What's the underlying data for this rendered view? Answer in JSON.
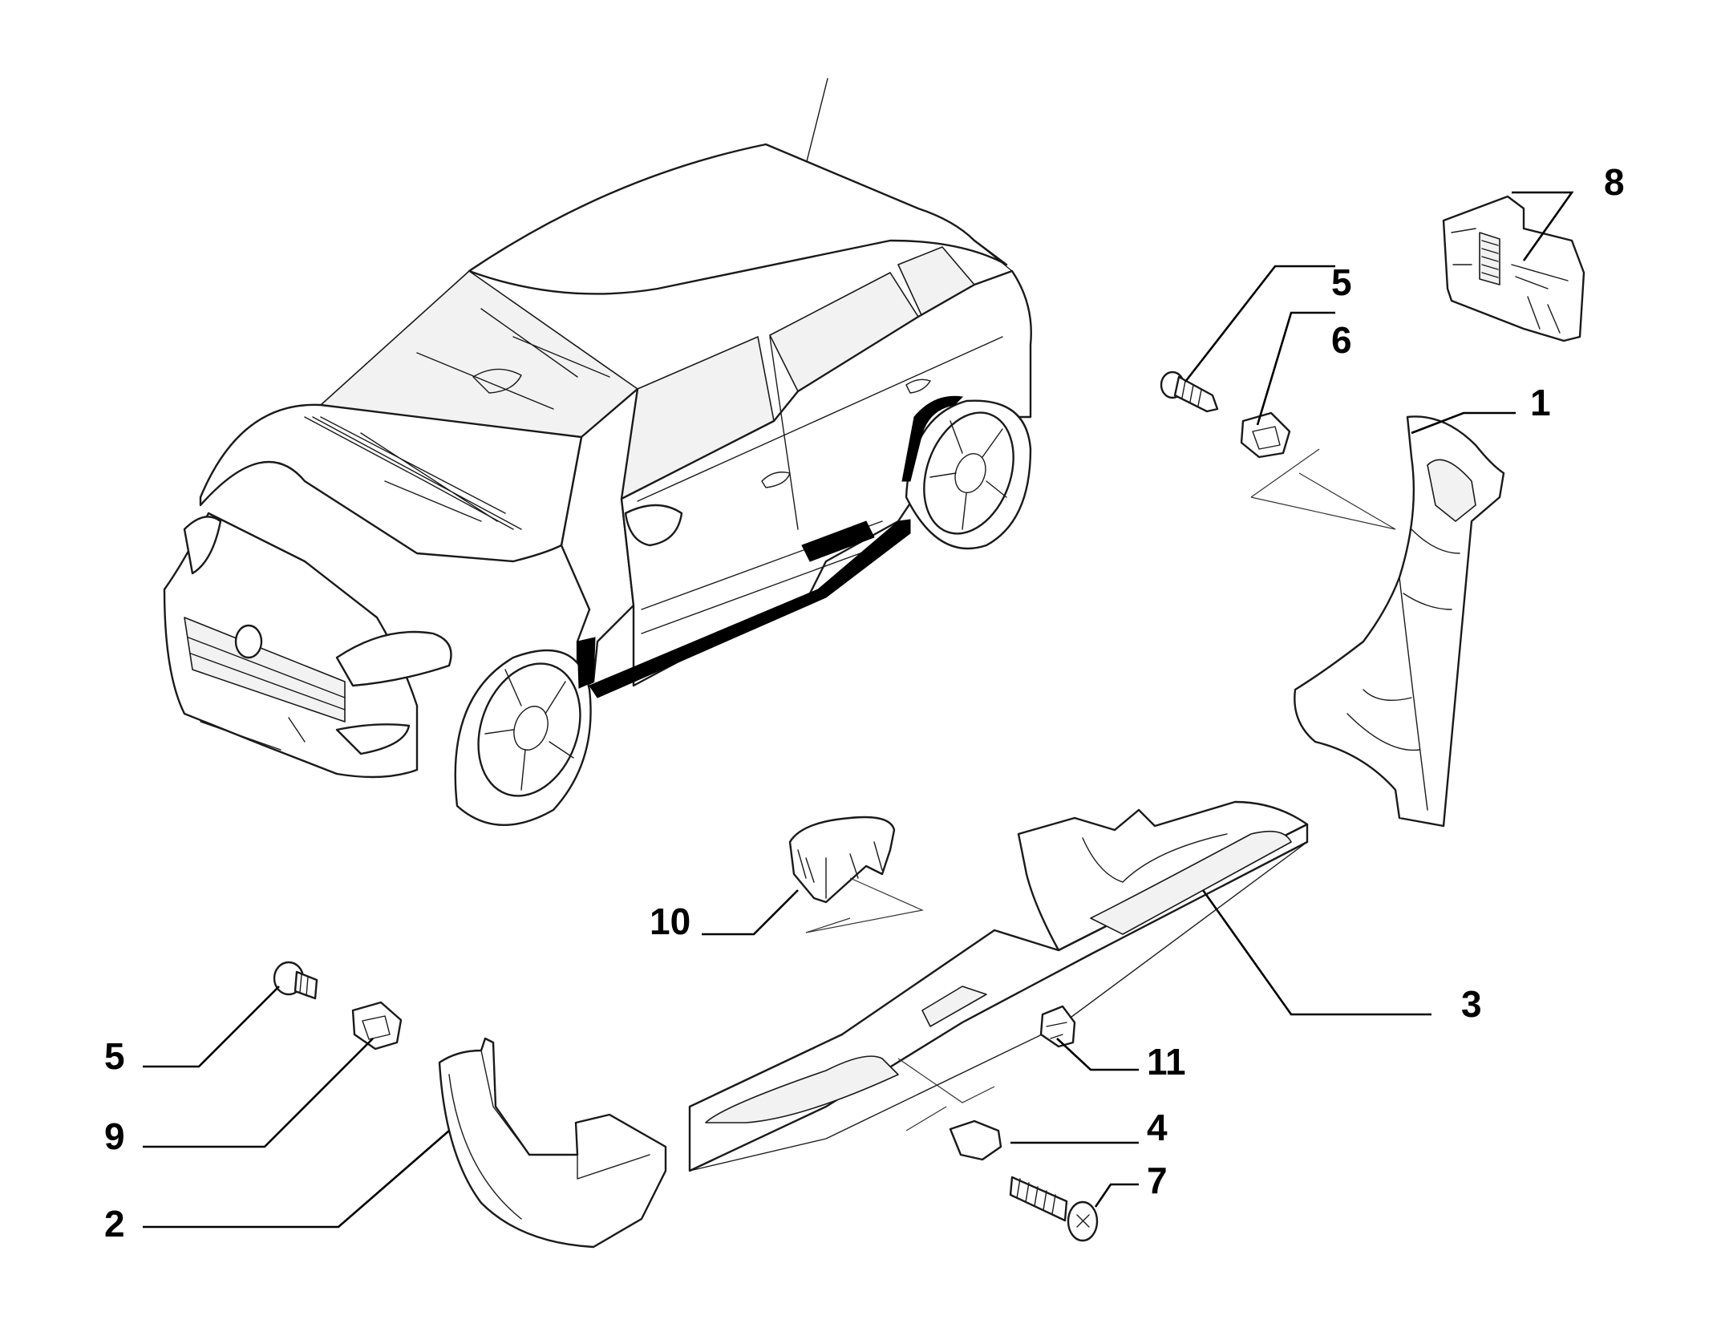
{
  "diagram": {
    "title": "",
    "callouts": [
      {
        "id": "c1",
        "label": "1"
      },
      {
        "id": "c2",
        "label": "2"
      },
      {
        "id": "c3",
        "label": "3"
      },
      {
        "id": "c4",
        "label": "4"
      },
      {
        "id": "c5a",
        "label": "5"
      },
      {
        "id": "c5b",
        "label": "5"
      },
      {
        "id": "c6",
        "label": "6"
      },
      {
        "id": "c7",
        "label": "7"
      },
      {
        "id": "c8",
        "label": "8"
      },
      {
        "id": "c9",
        "label": "9"
      },
      {
        "id": "c10",
        "label": "10"
      },
      {
        "id": "c11",
        "label": "11"
      }
    ],
    "colors": {
      "line": "#1a1a1a",
      "highlight": "#000000",
      "background": "#ffffff"
    }
  }
}
